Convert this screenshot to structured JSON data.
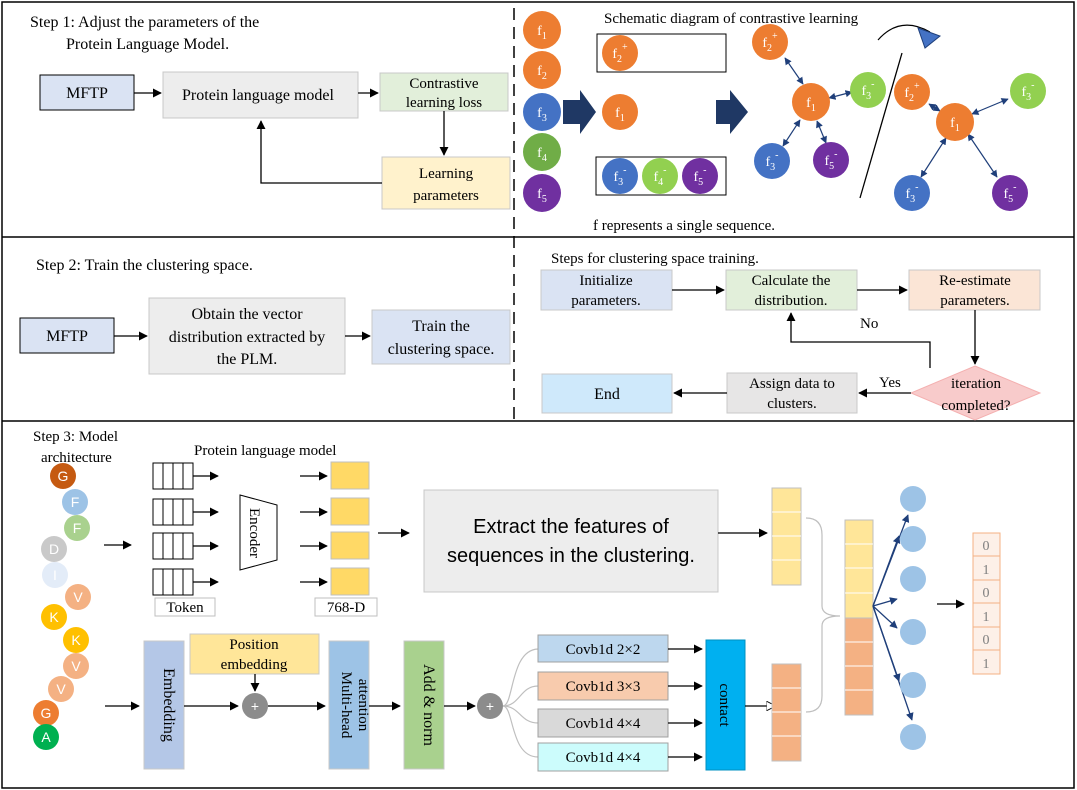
{
  "step1": {
    "title_line1": "Step 1: Adjust the parameters of the",
    "title_line2": "Protein Language Model.",
    "mftp": "MFTP",
    "plm": "Protein language model",
    "loss_line1": "Contrastive",
    "loss_line2": "learning loss",
    "learn_line1": "Learning",
    "learn_line2": "parameters",
    "schematic_title": "Schematic diagram of contrastive learning",
    "caption": "f represents a single sequence.",
    "seq_labels": [
      "f1",
      "f2",
      "f3",
      "f4",
      "f5"
    ]
  },
  "step2": {
    "title": "Step 2: Train the clustering space.",
    "mftp": "MFTP",
    "obtain_line1": "Obtain the vector",
    "obtain_line2": "distribution extracted by",
    "obtain_line3": "the PLM.",
    "train_line1": "Train the",
    "train_line2": "clustering space.",
    "steps_title": "Steps for clustering space training.",
    "init_line1": "Initialize",
    "init_line2": "parameters.",
    "calc_line1": "Calculate the",
    "calc_line2": "distribution.",
    "reest_line1": "Re-estimate",
    "reest_line2": "parameters.",
    "no": "No",
    "yes": "Yes",
    "iter_line1": "iteration",
    "iter_line2": "completed?",
    "assign_line1": "Assign data to",
    "assign_line2": "clusters.",
    "end": "End"
  },
  "step3": {
    "title_line1": "Step 3: Model",
    "title_line2": "architecture",
    "plm": "Protein language model",
    "encoder": "Encoder",
    "token": "Token",
    "dim": "768-D",
    "extract_line1": "Extract the features of",
    "extract_line2": "sequences in the clustering.",
    "residues": [
      "G",
      "F",
      "F",
      "D",
      "I",
      "V",
      "K",
      "K",
      "V",
      "V",
      "G",
      "A"
    ],
    "position_line1": "Position",
    "position_line2": "embedding",
    "embedding": "Embedding",
    "mha_line1": "Multi-head",
    "mha_line2": "attention",
    "addnorm": "Add & norm",
    "plus": "+",
    "conv": [
      "Covb1d 2×2",
      "Covb1d 3×3",
      "Covb1d 4×4",
      "Covb1d 4×4"
    ],
    "contact": "contact",
    "outputs": [
      "0",
      "1",
      "0",
      "1",
      "0",
      "1"
    ]
  }
}
